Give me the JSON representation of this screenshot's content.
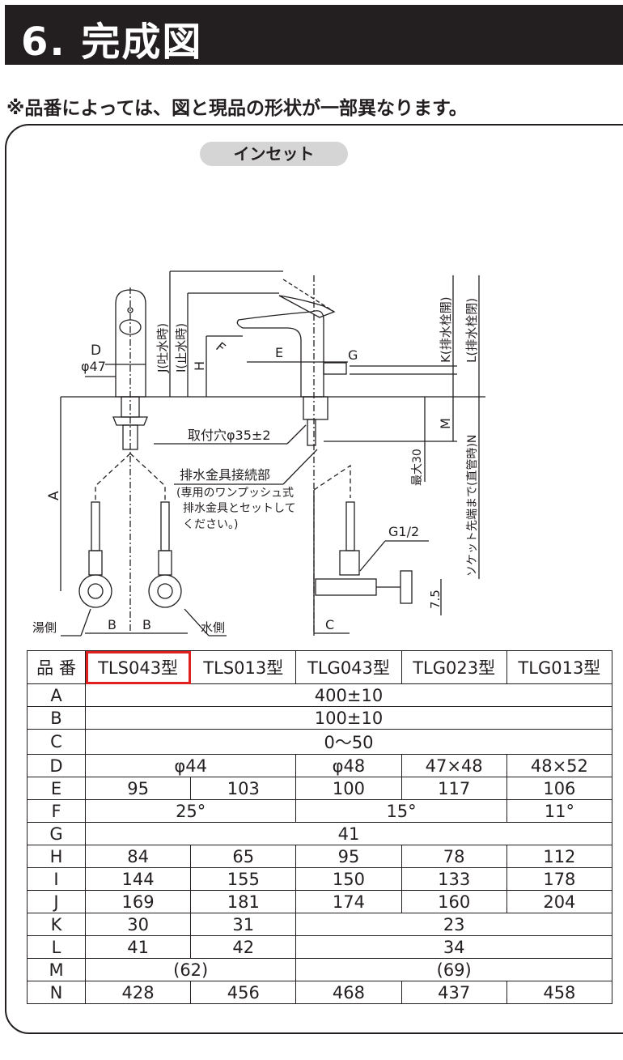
{
  "header": {
    "title": "6. 完成図"
  },
  "note": "※品番によっては、図と現品の形状が一部異なります。",
  "diagram": {
    "inset_label": "インセット",
    "labels": {
      "D": "D",
      "phi47": "φ47",
      "J": "J(吐水時)",
      "I": "I(止水時)",
      "H": "H",
      "F": "F",
      "E": "E",
      "G": "G",
      "K": "K(排水栓開)",
      "L": "L(排水栓閉)",
      "M": "M",
      "max30": "最大30",
      "N": "ソケット先端まで(直管時)N",
      "A": "A",
      "mount_hole": "取付穴φ35±2",
      "drain_conn": "排水金具接続部",
      "drain_note1": "(専用のワンプッシュ式",
      "drain_note2": "排水金具とセットして",
      "drain_note3": "ください。)",
      "G12": "G1/2",
      "d75": "7.5",
      "hot": "湯側",
      "cold": "水側",
      "B": "B",
      "C": "C"
    }
  },
  "table": {
    "header": [
      "品 番",
      "TLS043型",
      "TLS013型",
      "TLG043型",
      "TLG023型",
      "TLG013型"
    ],
    "selected_model": "TLS043型",
    "highlight_color": "#e02020",
    "rows": [
      {
        "key": "A",
        "cells": [
          {
            "v": "400±10",
            "span": 5
          }
        ]
      },
      {
        "key": "B",
        "cells": [
          {
            "v": "100±10",
            "span": 5
          }
        ]
      },
      {
        "key": "C",
        "cells": [
          {
            "v": "0〜50",
            "span": 5
          }
        ]
      },
      {
        "key": "D",
        "cells": [
          {
            "v": "φ44",
            "span": 2
          },
          {
            "v": "φ48",
            "span": 1
          },
          {
            "v": "47×48",
            "span": 1
          },
          {
            "v": "48×52",
            "span": 1
          }
        ]
      },
      {
        "key": "E",
        "cells": [
          {
            "v": "95",
            "span": 1
          },
          {
            "v": "103",
            "span": 1
          },
          {
            "v": "100",
            "span": 1
          },
          {
            "v": "117",
            "span": 1
          },
          {
            "v": "106",
            "span": 1
          }
        ]
      },
      {
        "key": "F",
        "cells": [
          {
            "v": "25°",
            "span": 2
          },
          {
            "v": "15°",
            "span": 2
          },
          {
            "v": "11°",
            "span": 1
          }
        ]
      },
      {
        "key": "G",
        "cells": [
          {
            "v": "41",
            "span": 5
          }
        ]
      },
      {
        "key": "H",
        "cells": [
          {
            "v": "84",
            "span": 1
          },
          {
            "v": "65",
            "span": 1
          },
          {
            "v": "95",
            "span": 1
          },
          {
            "v": "78",
            "span": 1
          },
          {
            "v": "112",
            "span": 1
          }
        ]
      },
      {
        "key": "I",
        "cells": [
          {
            "v": "144",
            "span": 1
          },
          {
            "v": "155",
            "span": 1
          },
          {
            "v": "150",
            "span": 1
          },
          {
            "v": "133",
            "span": 1
          },
          {
            "v": "178",
            "span": 1
          }
        ]
      },
      {
        "key": "J",
        "cells": [
          {
            "v": "169",
            "span": 1
          },
          {
            "v": "181",
            "span": 1
          },
          {
            "v": "174",
            "span": 1
          },
          {
            "v": "160",
            "span": 1
          },
          {
            "v": "204",
            "span": 1
          }
        ]
      },
      {
        "key": "K",
        "cells": [
          {
            "v": "30",
            "span": 1
          },
          {
            "v": "31",
            "span": 1
          },
          {
            "v": "23",
            "span": 3
          }
        ]
      },
      {
        "key": "L",
        "cells": [
          {
            "v": "41",
            "span": 1
          },
          {
            "v": "42",
            "span": 1
          },
          {
            "v": "34",
            "span": 3
          }
        ]
      },
      {
        "key": "M",
        "cells": [
          {
            "v": "(62)",
            "span": 2
          },
          {
            "v": "(69)",
            "span": 3
          }
        ]
      },
      {
        "key": "N",
        "cells": [
          {
            "v": "428",
            "span": 1
          },
          {
            "v": "456",
            "span": 1
          },
          {
            "v": "468",
            "span": 1
          },
          {
            "v": "437",
            "span": 1
          },
          {
            "v": "458",
            "span": 1
          }
        ]
      }
    ]
  }
}
